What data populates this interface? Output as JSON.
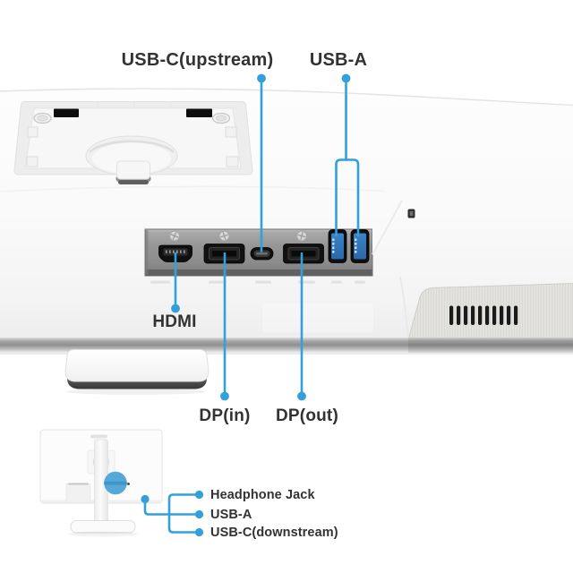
{
  "colors": {
    "callout_blue": "#32A0DA",
    "label_text": "#323232",
    "port_panel_gray": "#8F8F8F",
    "usb_port_blue": "#2E72B8"
  },
  "main_rear_view": {
    "labels": {
      "usb_c_upstream": "USB-C(upstream)",
      "usb_a": "USB-A",
      "hdmi": "HDMI",
      "dp_in": "DP(in)",
      "dp_out": "DP(out)"
    },
    "ports": [
      "hdmi",
      "displayport-in",
      "usb-c-upstream",
      "displayport-out",
      "usb-a",
      "usb-a"
    ],
    "features": [
      "vesa-mount-recess",
      "kensington-lock-slot",
      "speaker-vents",
      "stand-base"
    ]
  },
  "side_rear_view": {
    "labels": {
      "headphone_jack": "Headphone Jack",
      "usb_a": "USB-A",
      "usb_c_downstream": "USB-C(downstream)"
    }
  }
}
